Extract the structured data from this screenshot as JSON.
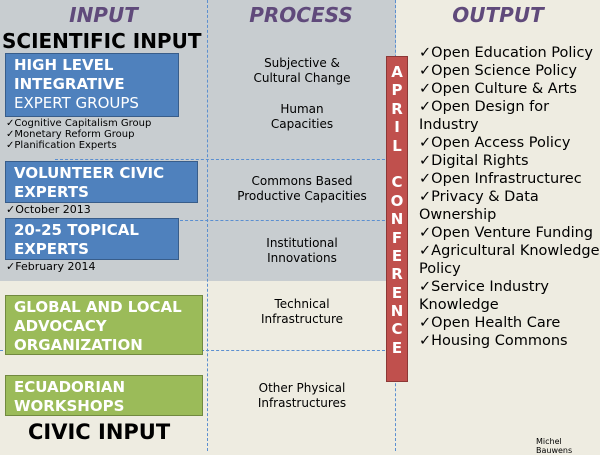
{
  "headers": {
    "input": "INPUT",
    "process": "PROCESS",
    "output": "OUTPUT"
  },
  "scientific_input": "SCIENTIFIC INPUT",
  "civic_input": "CIVIC INPUT",
  "boxes": {
    "high_level": {
      "line1": "HIGH LEVEL",
      "line2": "INTEGRATIVE",
      "line3": "EXPERT GROUPS"
    },
    "volunteer": {
      "line1": "VOLUNTEER CIVIC",
      "line2": "EXPERTS"
    },
    "topical": {
      "line1": "20-25 TOPICAL",
      "line2": "EXPERTS"
    },
    "advocacy": {
      "line1": "GLOBAL AND LOCAL",
      "line2": "ADVOCACY",
      "line3": "ORGANIZATION"
    },
    "ecuadorian": {
      "line1": "ECUADORIAN",
      "line2": "WORKSHOPS"
    }
  },
  "high_level_groups": [
    "✓Cognitive Capitalism Group",
    "✓Monetary Reform Group",
    "✓Planification Experts"
  ],
  "volunteer_date": "✓October 2013",
  "topical_date": "✓February 2014",
  "process": {
    "subjective": "Subjective & Cultural Change",
    "human": "Human Capacities",
    "commons": "Commons Based Productive Capacities",
    "institutional": "Institutional Innovations",
    "technical": "Technical Infrastructure",
    "other": "Other Physical Infrastructures"
  },
  "conference_letters": [
    "A",
    "P",
    "R",
    "I",
    "L",
    "",
    "C",
    "O",
    "N",
    "F",
    "E",
    "R",
    "E",
    "N",
    "C",
    "E"
  ],
  "outputs": [
    "✓Open Education Policy",
    "✓Open Science Policy",
    "✓Open Culture & Arts",
    "✓Open Design for Industry",
    "✓Open Access Policy",
    "✓Digital Rights",
    "✓Open Infrastructurec",
    "✓Privacy & Data Ownership",
    "✓Open Venture Funding",
    "✓Agricultural Knowledge Policy",
    "✓Service Industry Knowledge",
    "✓Open Health Care",
    "✓Housing Commons"
  ],
  "author": "Michel Bauwens"
}
